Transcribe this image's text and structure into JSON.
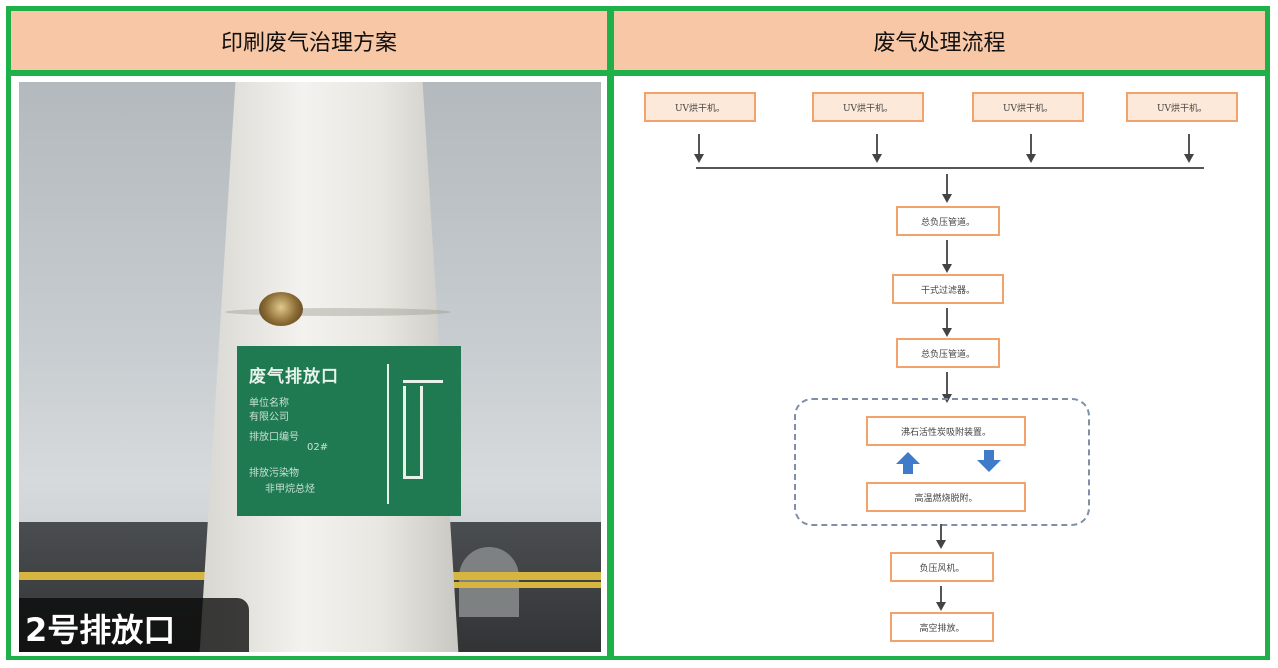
{
  "header": {
    "left_title": "印刷废气治理方案",
    "right_title": "废气处理流程"
  },
  "photo": {
    "caption": "2号排放口",
    "sign_title": "废气排放口",
    "sign_lines": [
      "单位名称",
      "有限公司",
      "排放口编号",
      "02#",
      "排放污染物",
      "非甲烷总烃"
    ]
  },
  "flowchart": {
    "uv_units": [
      "UV烘干机。",
      "UV烘干机。",
      "UV烘干机。",
      "UV烘干机。"
    ],
    "steps": [
      "总负压管道。",
      "干式过滤器。",
      "总负压管道。",
      "沸石活性炭吸附装置。",
      "高温燃烧脱附。",
      "负压风机。",
      "高空排放。"
    ]
  }
}
